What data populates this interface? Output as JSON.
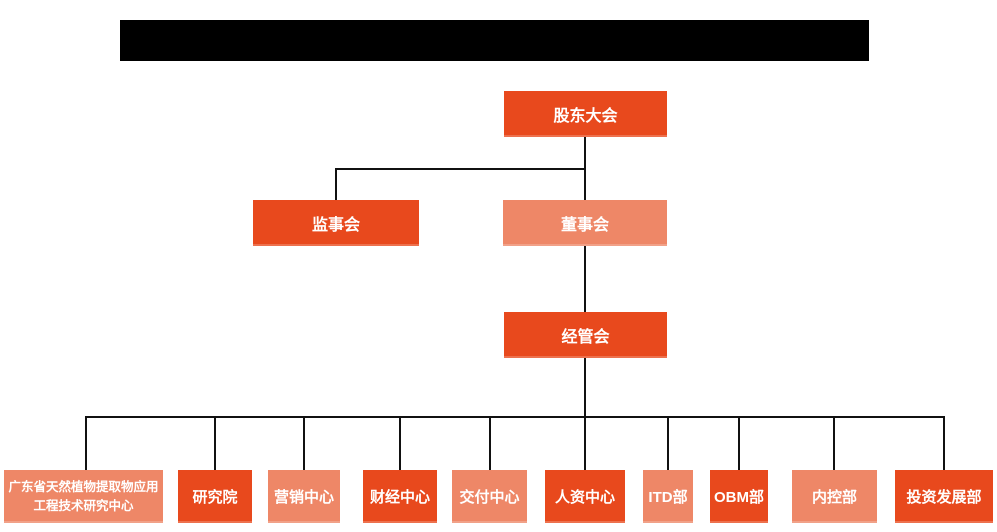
{
  "colors": {
    "dark_orange": "#E8491D",
    "light_orange": "#EE8767",
    "connector": "#111111",
    "text": "#FFFFFF",
    "background": "#FFFFFF",
    "redaction": "#000000"
  },
  "title_bar": {
    "redacted": true
  },
  "org_chart": {
    "nodes": [
      {
        "id": "shareholders-meeting",
        "label": "股东大会",
        "variant": "dark",
        "level": 1
      },
      {
        "id": "supervisory-board",
        "label": "监事会",
        "variant": "dark",
        "level": 2
      },
      {
        "id": "board-of-directors",
        "label": "董事会",
        "variant": "light",
        "level": 2
      },
      {
        "id": "management-committee",
        "label": "经管会",
        "variant": "dark",
        "level": 3
      },
      {
        "id": "gd-research-center",
        "label": "广东省天然植物提取物应用工程技术研究中心",
        "variant": "light",
        "level": 4
      },
      {
        "id": "research-institute",
        "label": "研究院",
        "variant": "dark",
        "level": 4
      },
      {
        "id": "marketing-center",
        "label": "营销中心",
        "variant": "light",
        "level": 4
      },
      {
        "id": "finance-center",
        "label": "财经中心",
        "variant": "dark",
        "level": 4
      },
      {
        "id": "delivery-center",
        "label": "交付中心",
        "variant": "light",
        "level": 4
      },
      {
        "id": "hr-center",
        "label": "人资中心",
        "variant": "dark",
        "level": 4
      },
      {
        "id": "itd-department",
        "label": "ITD部",
        "variant": "light",
        "level": 4
      },
      {
        "id": "obm-department",
        "label": "OBM部",
        "variant": "dark",
        "level": 4
      },
      {
        "id": "internal-control-dept",
        "label": "内控部",
        "variant": "light",
        "level": 4
      },
      {
        "id": "investment-dev-dept",
        "label": "投资发展部",
        "variant": "dark",
        "level": 4
      }
    ]
  }
}
